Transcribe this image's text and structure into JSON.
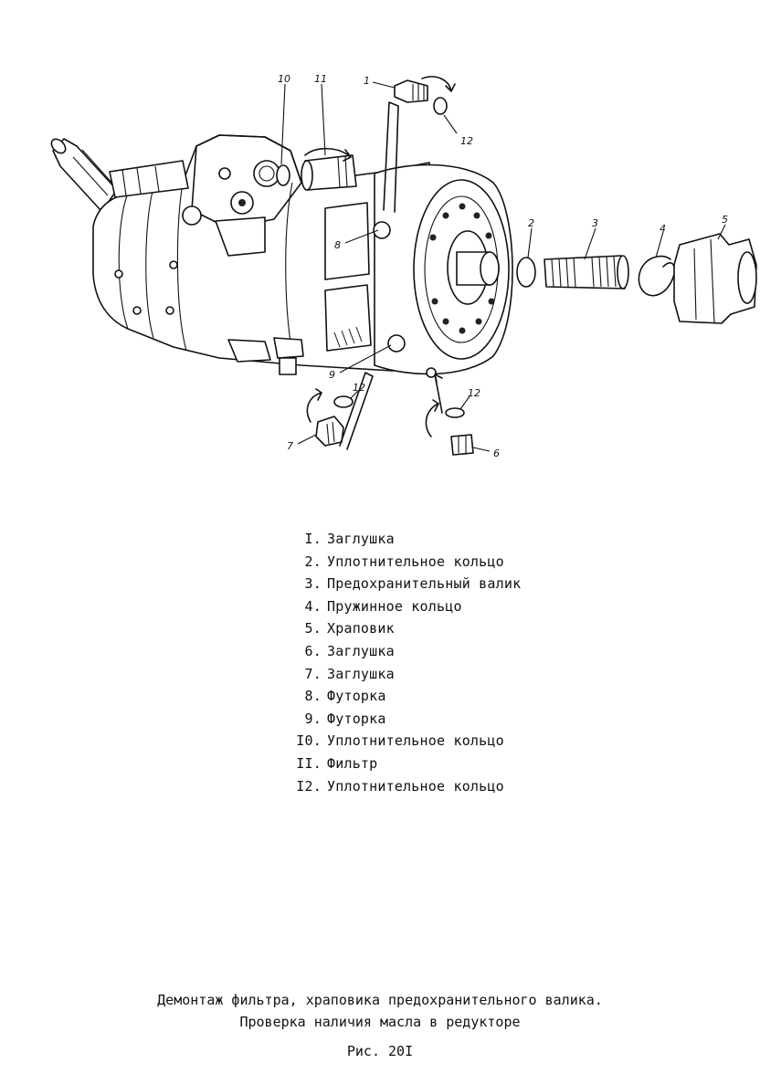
{
  "diagram": {
    "callouts": [
      "10",
      "11",
      "1",
      "12",
      "2",
      "3",
      "4",
      "5",
      "8",
      "9",
      "12",
      "12",
      "7",
      "6"
    ]
  },
  "legend": [
    {
      "num": "I.",
      "text": "Заглушка"
    },
    {
      "num": "2.",
      "text": "Уплотнительное кольцо"
    },
    {
      "num": "3.",
      "text": "Предохранительный валик"
    },
    {
      "num": "4.",
      "text": "Пружинное кольцо"
    },
    {
      "num": "5.",
      "text": "Храповик"
    },
    {
      "num": "6.",
      "text": "Заглушка"
    },
    {
      "num": "7.",
      "text": "Заглушка"
    },
    {
      "num": "8.",
      "text": "Футорка"
    },
    {
      "num": "9.",
      "text": "Футорка"
    },
    {
      "num": "I0.",
      "text": "Уплотнительное кольцо"
    },
    {
      "num": "II.",
      "text": "Фильтр"
    },
    {
      "num": "I2.",
      "text": "Уплотнительное кольцо"
    }
  ],
  "caption": {
    "line1": "Демонтаж фильтра, храповика предохранительного валика.",
    "line2": "Проверка наличия масла в редукторе",
    "figure": "Рис. 20I"
  }
}
